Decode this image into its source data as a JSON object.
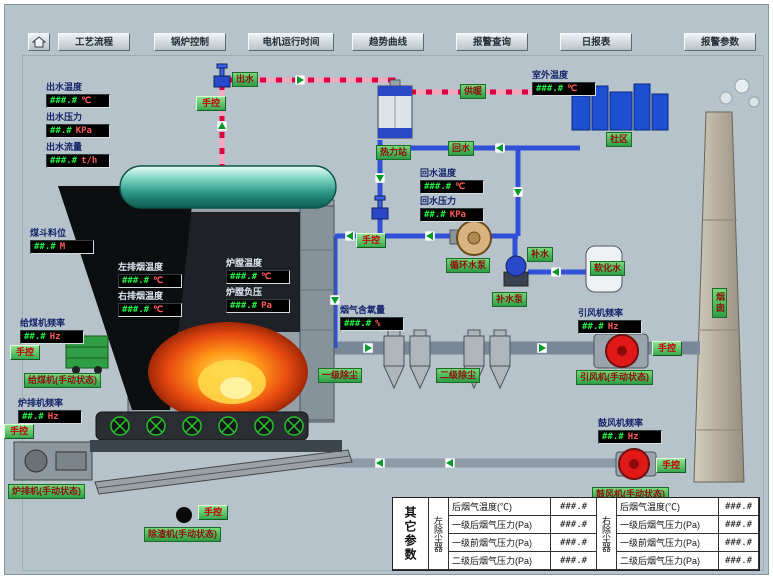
{
  "nav": {
    "items": [
      "工艺流程",
      "锅炉控制",
      "电机运行时间",
      "趋势曲线",
      "报警查询",
      "日报表",
      "报警参数"
    ]
  },
  "buttons": {
    "manual": "手控"
  },
  "gauges": {
    "out_temp": {
      "label": "出水温度",
      "value": "###.#",
      "unit": "℃"
    },
    "out_press": {
      "label": "出水压力",
      "value": "##.#",
      "unit": "KPa"
    },
    "out_flow": {
      "label": "出水流量",
      "value": "###.#",
      "unit": "t/h"
    },
    "hopper_level": {
      "label": "煤斗料位",
      "value": "##.#",
      "unit": "M"
    },
    "left_flue_temp": {
      "label": "左排烟温度",
      "value": "###.#",
      "unit": "℃"
    },
    "right_flue_temp": {
      "label": "右排烟温度",
      "value": "###.#",
      "unit": "℃"
    },
    "furnace_temp": {
      "label": "炉膛温度",
      "value": "###.#",
      "unit": "℃"
    },
    "furnace_press": {
      "label": "炉膛负压",
      "value": "###.#",
      "unit": "Pa"
    },
    "feeder_freq": {
      "label": "给煤机频率",
      "value": "##.#",
      "unit": "Hz"
    },
    "grate_freq": {
      "label": "炉排机频率",
      "value": "##.#",
      "unit": "Hz"
    },
    "outdoor_temp": {
      "label": "室外温度",
      "value": "###.#",
      "unit": "℃"
    },
    "return_temp": {
      "label": "回水温度",
      "value": "###.#",
      "unit": "℃"
    },
    "return_press": {
      "label": "回水压力",
      "value": "##.#",
      "unit": "KPa"
    },
    "o2": {
      "label": "烟气含氧量",
      "value": "###.#",
      "unit": "%"
    },
    "id_fan_freq": {
      "label": "引风机频率",
      "value": "##.#",
      "unit": "Hz"
    },
    "blower_freq": {
      "label": "鼓风机频率",
      "value": "##.#",
      "unit": "Hz"
    }
  },
  "tags": {
    "out_water": "出水",
    "heating": "供暖",
    "return_water": "回水",
    "community": "社区",
    "heat_station": "热力站",
    "circ_pump": "循环水泵",
    "makeup": "补水",
    "makeup_pump": "补水泵",
    "soft_water": "软化水",
    "dust1": "一级除尘",
    "dust2": "二级除尘",
    "id_fan_status": "引风机(手动状态)",
    "blower_status": "鼓风机(手动状态)",
    "feeder_status": "给煤机(手动状态)",
    "grate_status": "炉排机(手动状态)",
    "slag_status": "除渣机(手动状态)",
    "chimney": "烟囱"
  },
  "table": {
    "group_title": "其它参数",
    "left_group": "左除尘器",
    "right_group": "右除尘器",
    "rows": [
      {
        "label": "后烟气温度(℃)",
        "left": "###.#",
        "right": "###.#"
      },
      {
        "label": "一级后烟气压力(Pa)",
        "left": "###.#",
        "right": "###.#"
      },
      {
        "label": "一级前烟气压力(Pa)",
        "left": "###.#",
        "right": "###.#"
      },
      {
        "label": "二级后烟气压力(Pa)",
        "left": "###.#",
        "right": "###.#"
      }
    ]
  },
  "colors": {
    "display_digits": "#22ee44",
    "tag_green": "#2f9e44",
    "alarm_red": "#e01818",
    "pipe_supply": "#e00040",
    "pipe_return": "#3050d8"
  }
}
